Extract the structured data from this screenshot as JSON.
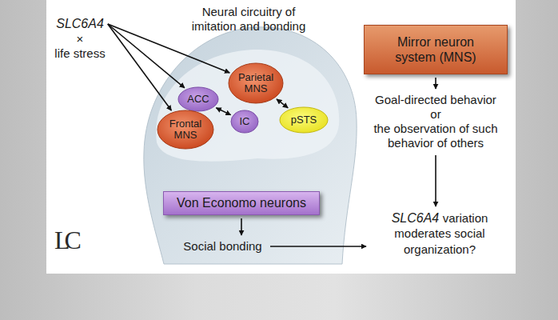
{
  "diagram": {
    "title": "Neural circuitry of imitation and bonding",
    "nodes": [
      {
        "text": [
          "SLC6A4",
          "×",
          "life stress"
        ]
      },
      {
        "text": [
          "Parietal MNS"
        ]
      },
      {
        "text": [
          "ACC"
        ]
      },
      {
        "text": [
          "IC"
        ]
      },
      {
        "text": [
          "pSTS"
        ]
      },
      {
        "text": [
          "Frontal MNS"
        ]
      },
      {
        "text": [
          "Mirror neuron system (MNS)"
        ]
      },
      {
        "text": [
          "Goal-directed behavior",
          "or",
          "the observation of such behavior of others"
        ]
      },
      {
        "text": [
          "Von Economo neurons"
        ]
      },
      {
        "text": [
          "Social bonding"
        ]
      },
      {
        "text": [
          "SLC6A4",
          "variation moderates social organization?"
        ]
      }
    ],
    "edges": [
      {
        "from": 0,
        "to": 1,
        "arrow": "to"
      },
      {
        "from": 0,
        "to": 2,
        "arrow": "to"
      },
      {
        "from": 0,
        "to": 5,
        "arrow": "to"
      },
      {
        "from": 2,
        "to": 3,
        "arrow": "both"
      },
      {
        "from": 1,
        "to": 4,
        "arrow": "both"
      },
      {
        "from": 6,
        "to": 7,
        "arrow": "to"
      },
      {
        "from": 7,
        "to": 10,
        "arrow": "to"
      },
      {
        "from": 8,
        "to": 9,
        "arrow": "to"
      },
      {
        "from": 9,
        "to": 10,
        "arrow": "to"
      }
    ],
    "labels": [
      "LC"
    ]
  }
}
